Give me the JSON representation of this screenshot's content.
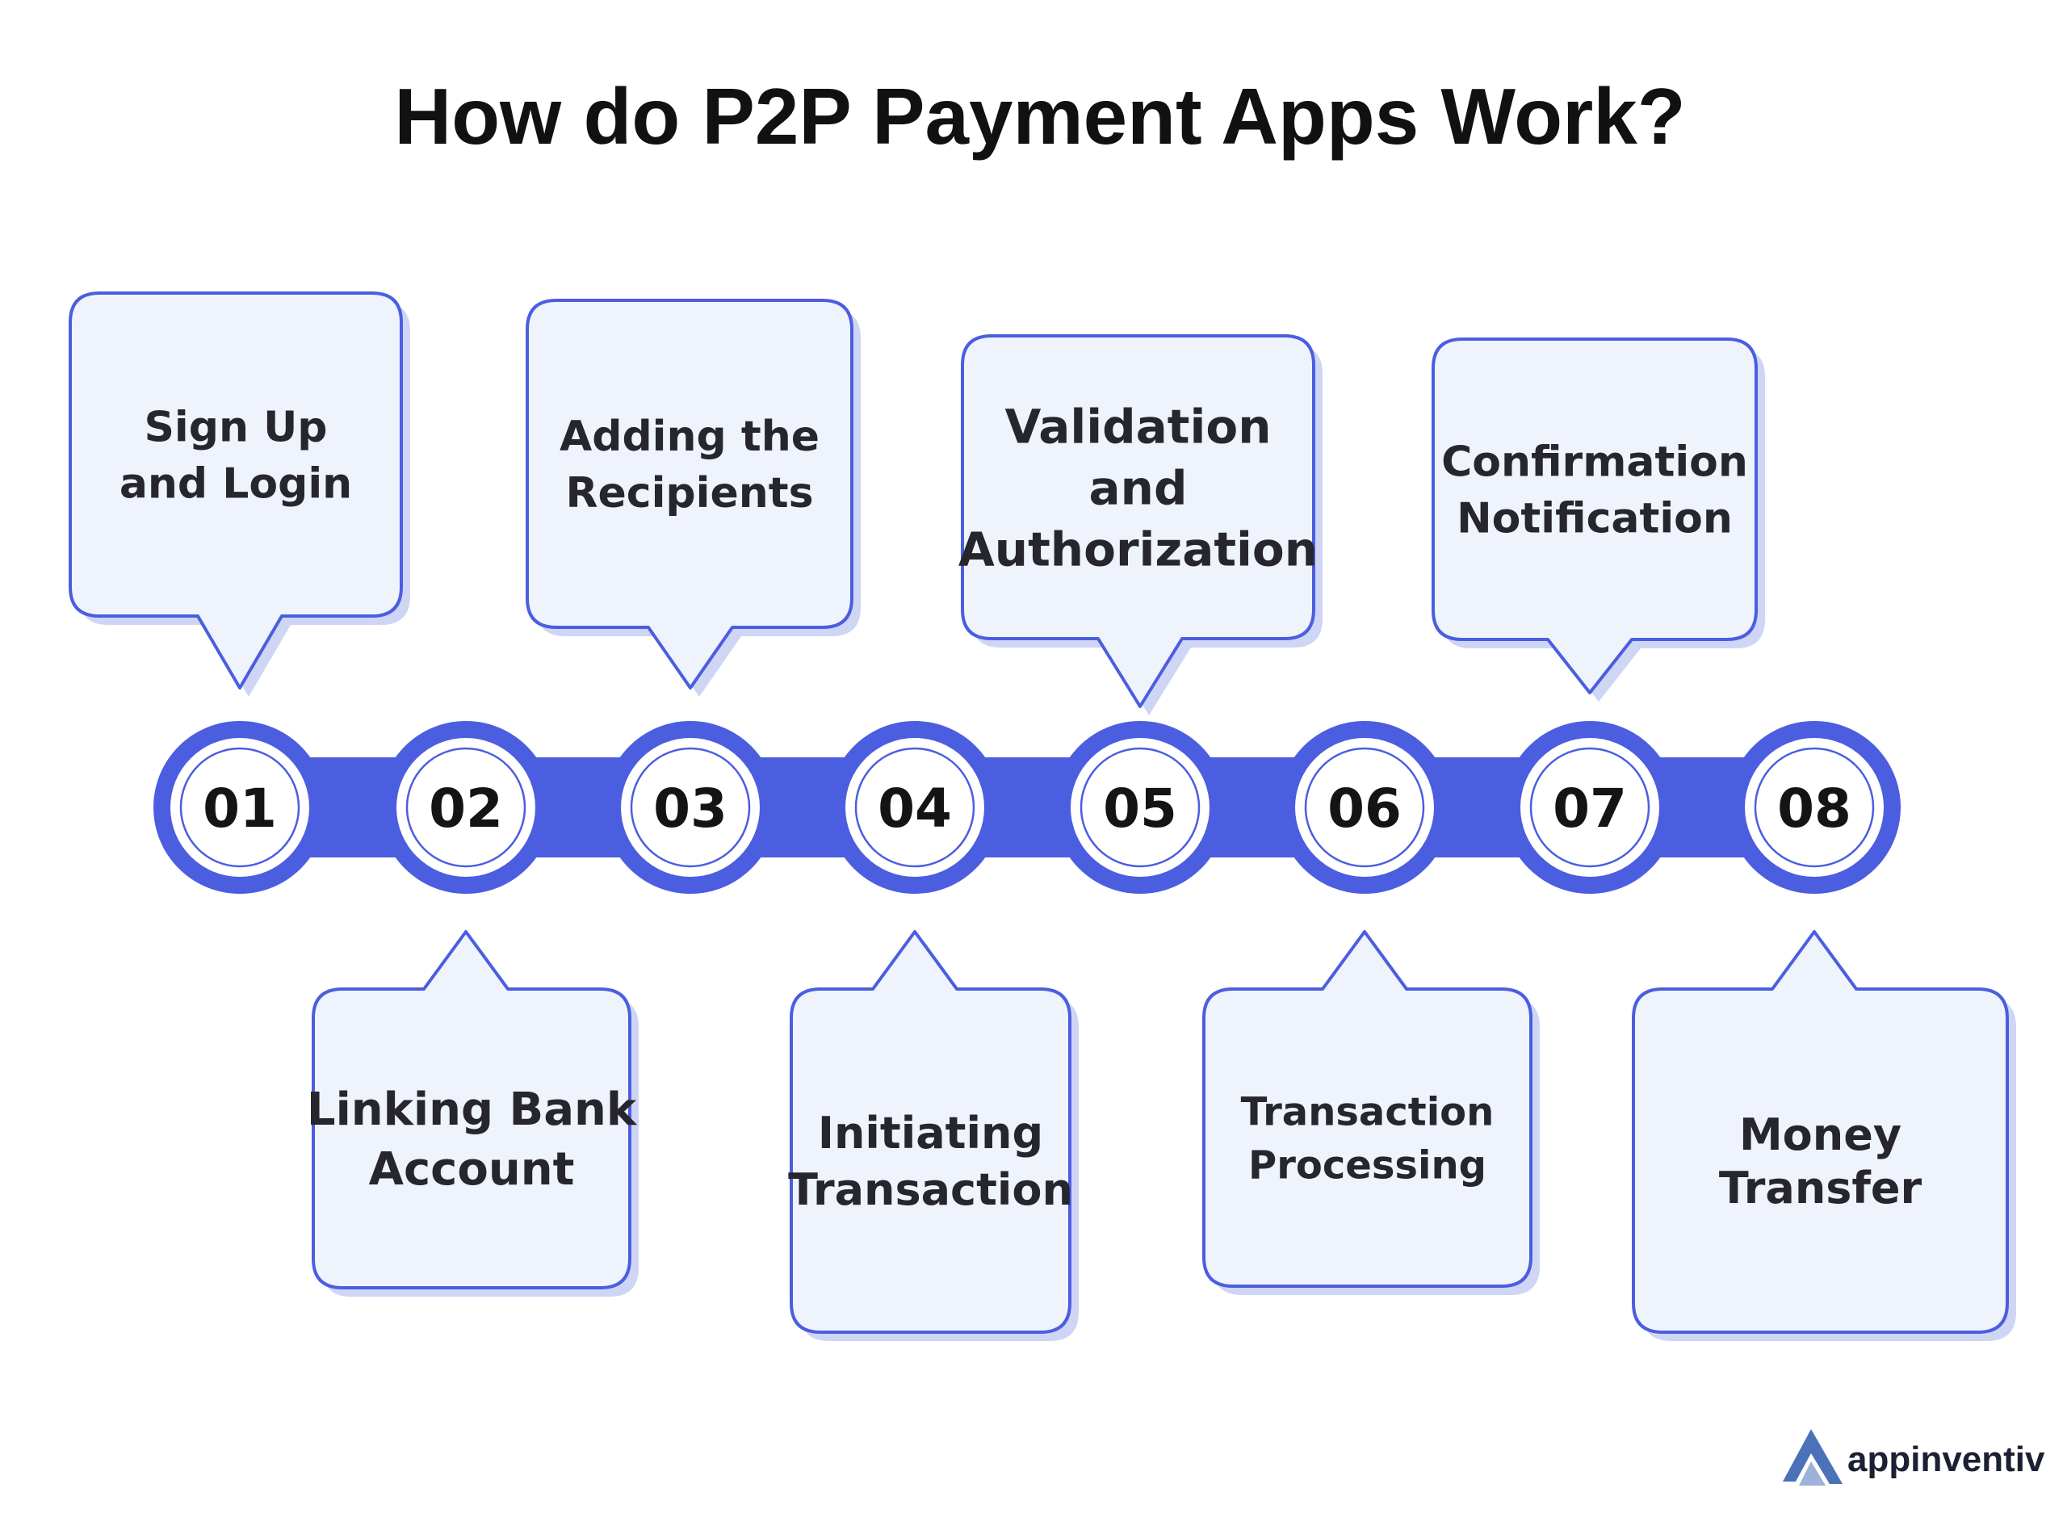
{
  "title": "How do P2P Payment Apps Work?",
  "steps": [
    {
      "number": "01",
      "lines": [
        "Sign Up",
        "and Login"
      ]
    },
    {
      "number": "02",
      "lines": [
        "Linking Bank",
        "Account"
      ]
    },
    {
      "number": "03",
      "lines": [
        "Adding the",
        "Recipients"
      ]
    },
    {
      "number": "04",
      "lines": [
        "Initiating",
        "Transaction"
      ]
    },
    {
      "number": "05",
      "lines": [
        "Validation",
        "and",
        "Authorization"
      ]
    },
    {
      "number": "06",
      "lines": [
        "Transaction",
        "Processing"
      ]
    },
    {
      "number": "07",
      "lines": [
        "Confirmation",
        "Notification"
      ]
    },
    {
      "number": "08",
      "lines": [
        "Money",
        "Transfer"
      ]
    }
  ],
  "brand": {
    "name": "appinventiv",
    "logo_icon": "appinventiv-logo-icon"
  },
  "colors": {
    "accent": "#4b5ee0",
    "box_fill": "#eff3fb",
    "box_shadow": "#cfd5f5",
    "text": "#26262c",
    "title": "#111111"
  }
}
